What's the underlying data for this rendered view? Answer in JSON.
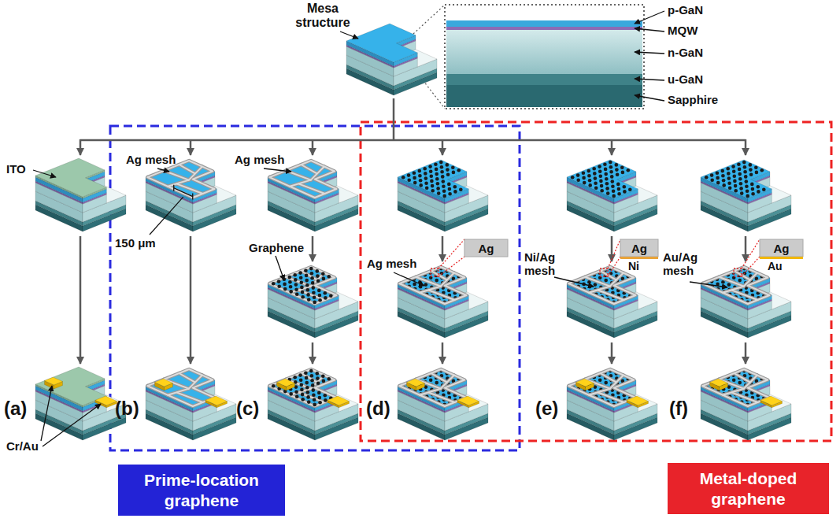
{
  "diagram": {
    "nodes": [
      {
        "text": [
          "Prime-location graphene"
        ]
      },
      {
        "text": [
          "Metal-doped graphene"
        ]
      }
    ],
    "labels": [
      "Mesa structure",
      "p-GaN",
      "MQW",
      "n-GaN",
      "u-GaN",
      "Sapphire",
      "ITO",
      "Ag mesh",
      "150 μm",
      "Ag mesh",
      "Graphene",
      "Ag mesh",
      "Ag",
      "Ni/Ag mesh",
      "Ag",
      "Ni",
      "Au/Ag mesh",
      "Ag",
      "Au",
      "(a)",
      "Cr/Au",
      "(b)",
      "(c)",
      "(d)",
      "(e)",
      "(f)"
    ]
  }
}
